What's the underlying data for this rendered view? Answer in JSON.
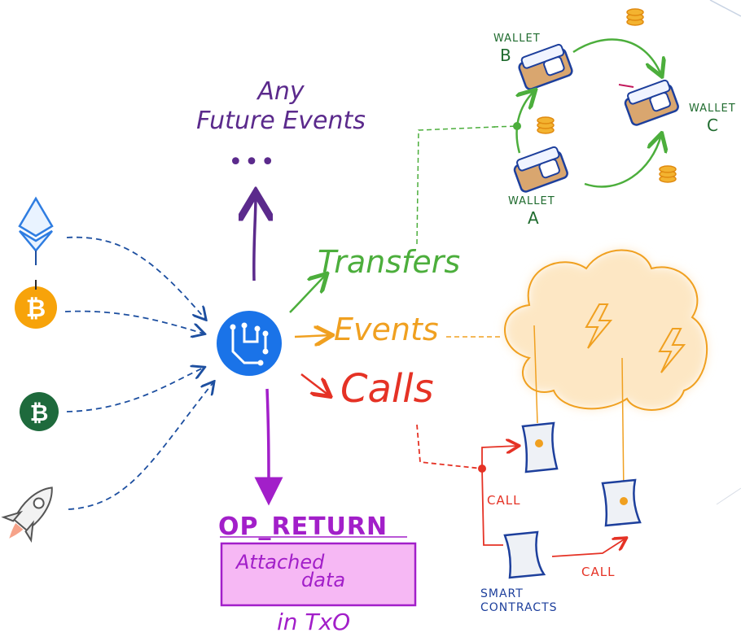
{
  "labels": {
    "future_line1": "Any",
    "future_line2": "Future Events",
    "future_dots": "•••",
    "transfers": "Transfers",
    "events": "Events",
    "calls": "Calls",
    "op_return": "OP_RETURN",
    "attached_line1": "Attached",
    "attached_line2": "data",
    "in_txo": "in TxO",
    "wallet_a": "WALLET",
    "wallet_a_letter": "A",
    "wallet_b": "WALLET",
    "wallet_b_letter": "B",
    "wallet_c": "WALLET",
    "wallet_c_letter": "C",
    "call_1": "CALL",
    "call_2": "CALL",
    "smart_line1": "SMART",
    "smart_line2": "CONTRACTS"
  },
  "sources": [
    {
      "icon": "ethereum-icon"
    },
    {
      "icon": "bitcoin-icon"
    },
    {
      "icon": "bitcoin-cash-icon"
    },
    {
      "icon": "rocket-icon"
    }
  ],
  "colors": {
    "hub": "#1a73e8",
    "future": "#5b2a8c",
    "transfers": "#4cae3c",
    "events": "#f0a020",
    "calls": "#e53225",
    "op_return": "#a21fc9",
    "op_return_box": "#f6b8f4",
    "dashed": "#1d4fa0",
    "contracts": "#1d3f9c"
  }
}
